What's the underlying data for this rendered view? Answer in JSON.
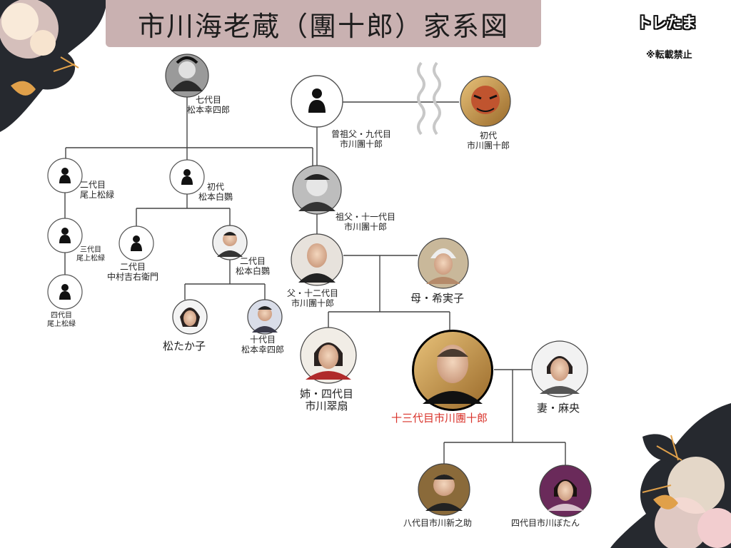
{
  "header": {
    "title": "市川海老蔵（團十郎）家系図",
    "brand": "トレたま",
    "note": "※転載禁止"
  },
  "people": {
    "koshiro7": [
      "七代目",
      "松本幸四郎"
    ],
    "danjuro9": [
      "曾祖父・九代目",
      "市川團十郎"
    ],
    "danjuro1": [
      "初代",
      "市川團十郎"
    ],
    "shoroku2": [
      "二代目",
      "尾上松緑"
    ],
    "hakuo1": [
      "初代",
      "松本白鸚"
    ],
    "danjuro11": [
      "祖父・十一代目",
      "市川團十郎"
    ],
    "shoroku3": [
      "三代目",
      "尾上松緑"
    ],
    "kichiemon2": [
      "二代目",
      "中村吉右衛門"
    ],
    "hakuo2": [
      "二代目",
      "松本白鸚"
    ],
    "danjuro12": [
      "父・十二代目",
      "市川團十郎"
    ],
    "kimiko": [
      "母・希実子"
    ],
    "shoroku4": [
      "四代目",
      "尾上松緑"
    ],
    "takako": [
      "松たか子"
    ],
    "koshiro10": [
      "十代目",
      "松本幸四郎"
    ],
    "suisen4": [
      "姉・四代目",
      "市川翠扇"
    ],
    "danjuro13": [
      "十三代目市川團十郎"
    ],
    "mao": [
      "妻・麻央"
    ],
    "shinnosuke8": [
      "八代目市川新之助"
    ],
    "botan4": [
      "四代目市川ぼたん"
    ]
  },
  "colors": {
    "title_bg": "#c9b1b1",
    "highlight": "#d9322a",
    "line": "#444444"
  }
}
